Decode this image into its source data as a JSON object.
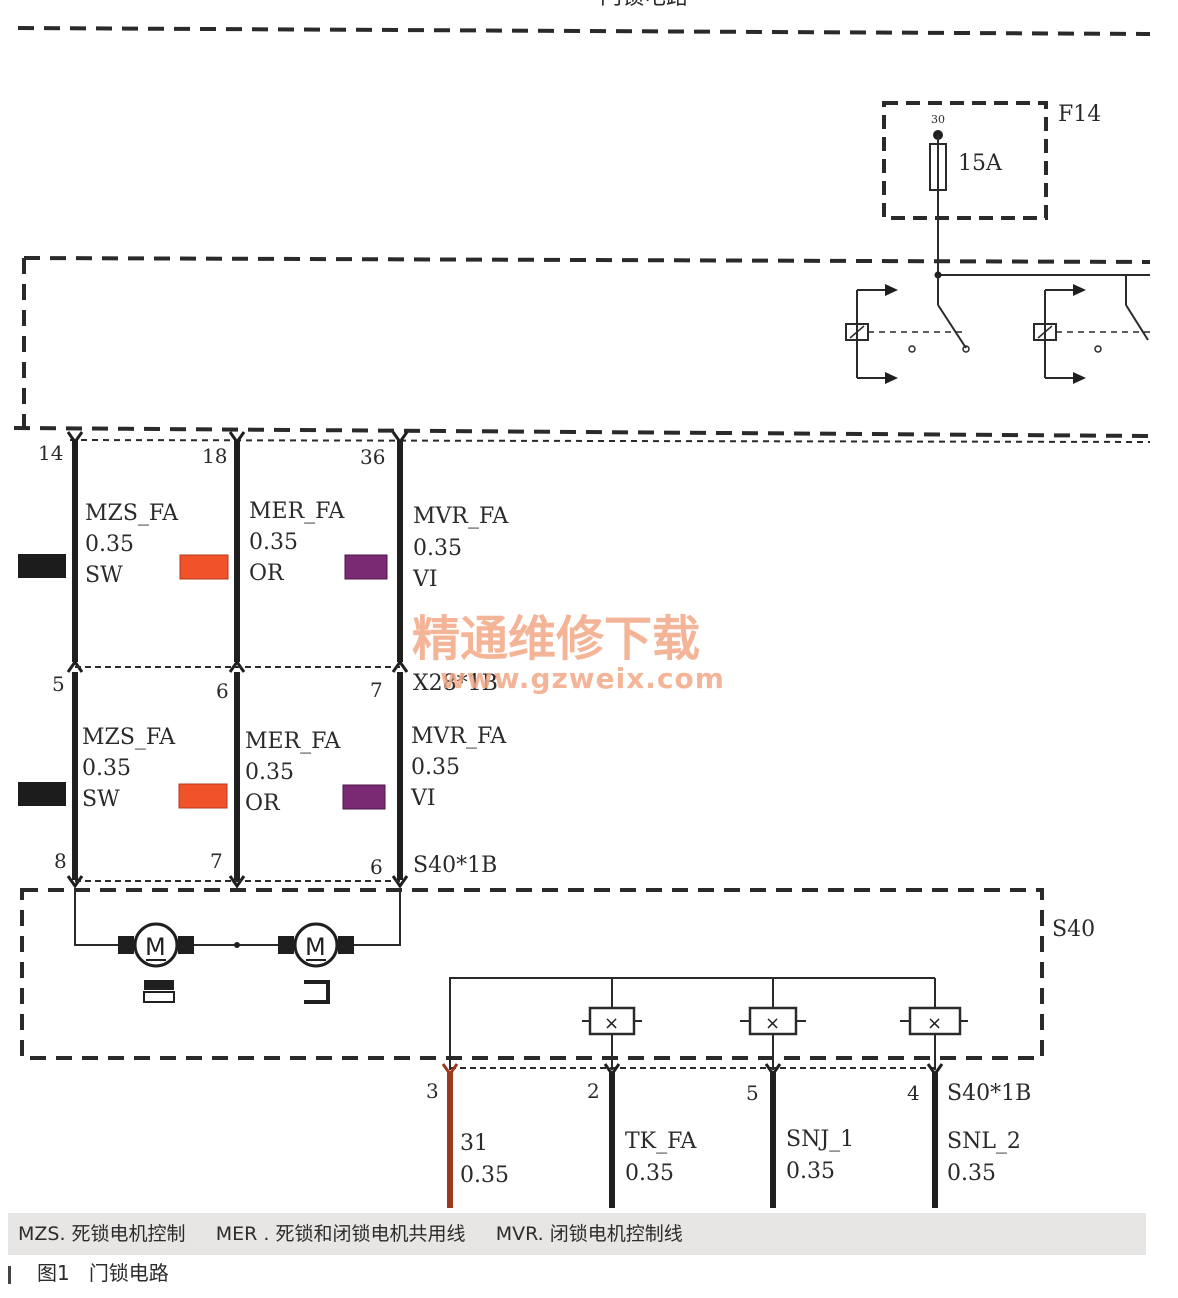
{
  "top_header_fragment": "门锁电路",
  "fuse": {
    "id": "F14",
    "terminal": "30",
    "rating": "15A"
  },
  "connectors": {
    "upper": "X28*1B",
    "lower_top": "S40*1B",
    "lower_bottom": "S40*1B",
    "module": "S40"
  },
  "upper_wires": [
    {
      "pin_top": "14",
      "name": "MZS_FA",
      "gauge": "0.35",
      "color_code": "SW",
      "swatch": "#1c1c1c"
    },
    {
      "pin_top": "18",
      "name": "MER_FA",
      "gauge": "0.35",
      "color_code": "OR",
      "swatch": "#f0532a"
    },
    {
      "pin_top": "36",
      "name": "MVR_FA",
      "gauge": "0.35",
      "color_code": "VI",
      "swatch": "#7a2a72"
    }
  ],
  "upper_pins_bottom": [
    "5",
    "6",
    "7"
  ],
  "lower_wires": [
    {
      "name": "MZS_FA",
      "gauge": "0.35",
      "color_code": "SW",
      "swatch": "#1c1c1c"
    },
    {
      "name": "MER_FA",
      "gauge": "0.35",
      "color_code": "OR",
      "swatch": "#f0532a"
    },
    {
      "name": "MVR_FA",
      "gauge": "0.35",
      "color_code": "VI",
      "swatch": "#7a2a72"
    }
  ],
  "lower_pins_bottom": [
    "8",
    "7",
    "6"
  ],
  "bottom_wires": [
    {
      "pin": "3",
      "name": "31",
      "gauge": "0.35"
    },
    {
      "pin": "2",
      "name": "TK_FA",
      "gauge": "0.35"
    },
    {
      "pin": "5",
      "name": "SNJ_1",
      "gauge": "0.35"
    },
    {
      "pin": "4",
      "name": "SNL_2",
      "gauge": "0.35"
    }
  ],
  "watermark": {
    "line1": "精通维修下载",
    "line2": "www.gzweix.com"
  },
  "legend": {
    "mzs": "MZS. 死锁电机控制",
    "mer": "MER . 死锁和闭锁电机共用线",
    "mvr": "MVR. 闭锁电机控制线"
  },
  "caption": {
    "figure": "图1",
    "title": "门锁电路"
  },
  "colors": {
    "wire": "#1f1f1f",
    "ground_wire": "#9b3a1e",
    "swatch_or": "#f0532a",
    "swatch_vi": "#7a2a72",
    "swatch_sw": "#1c1c1c"
  }
}
